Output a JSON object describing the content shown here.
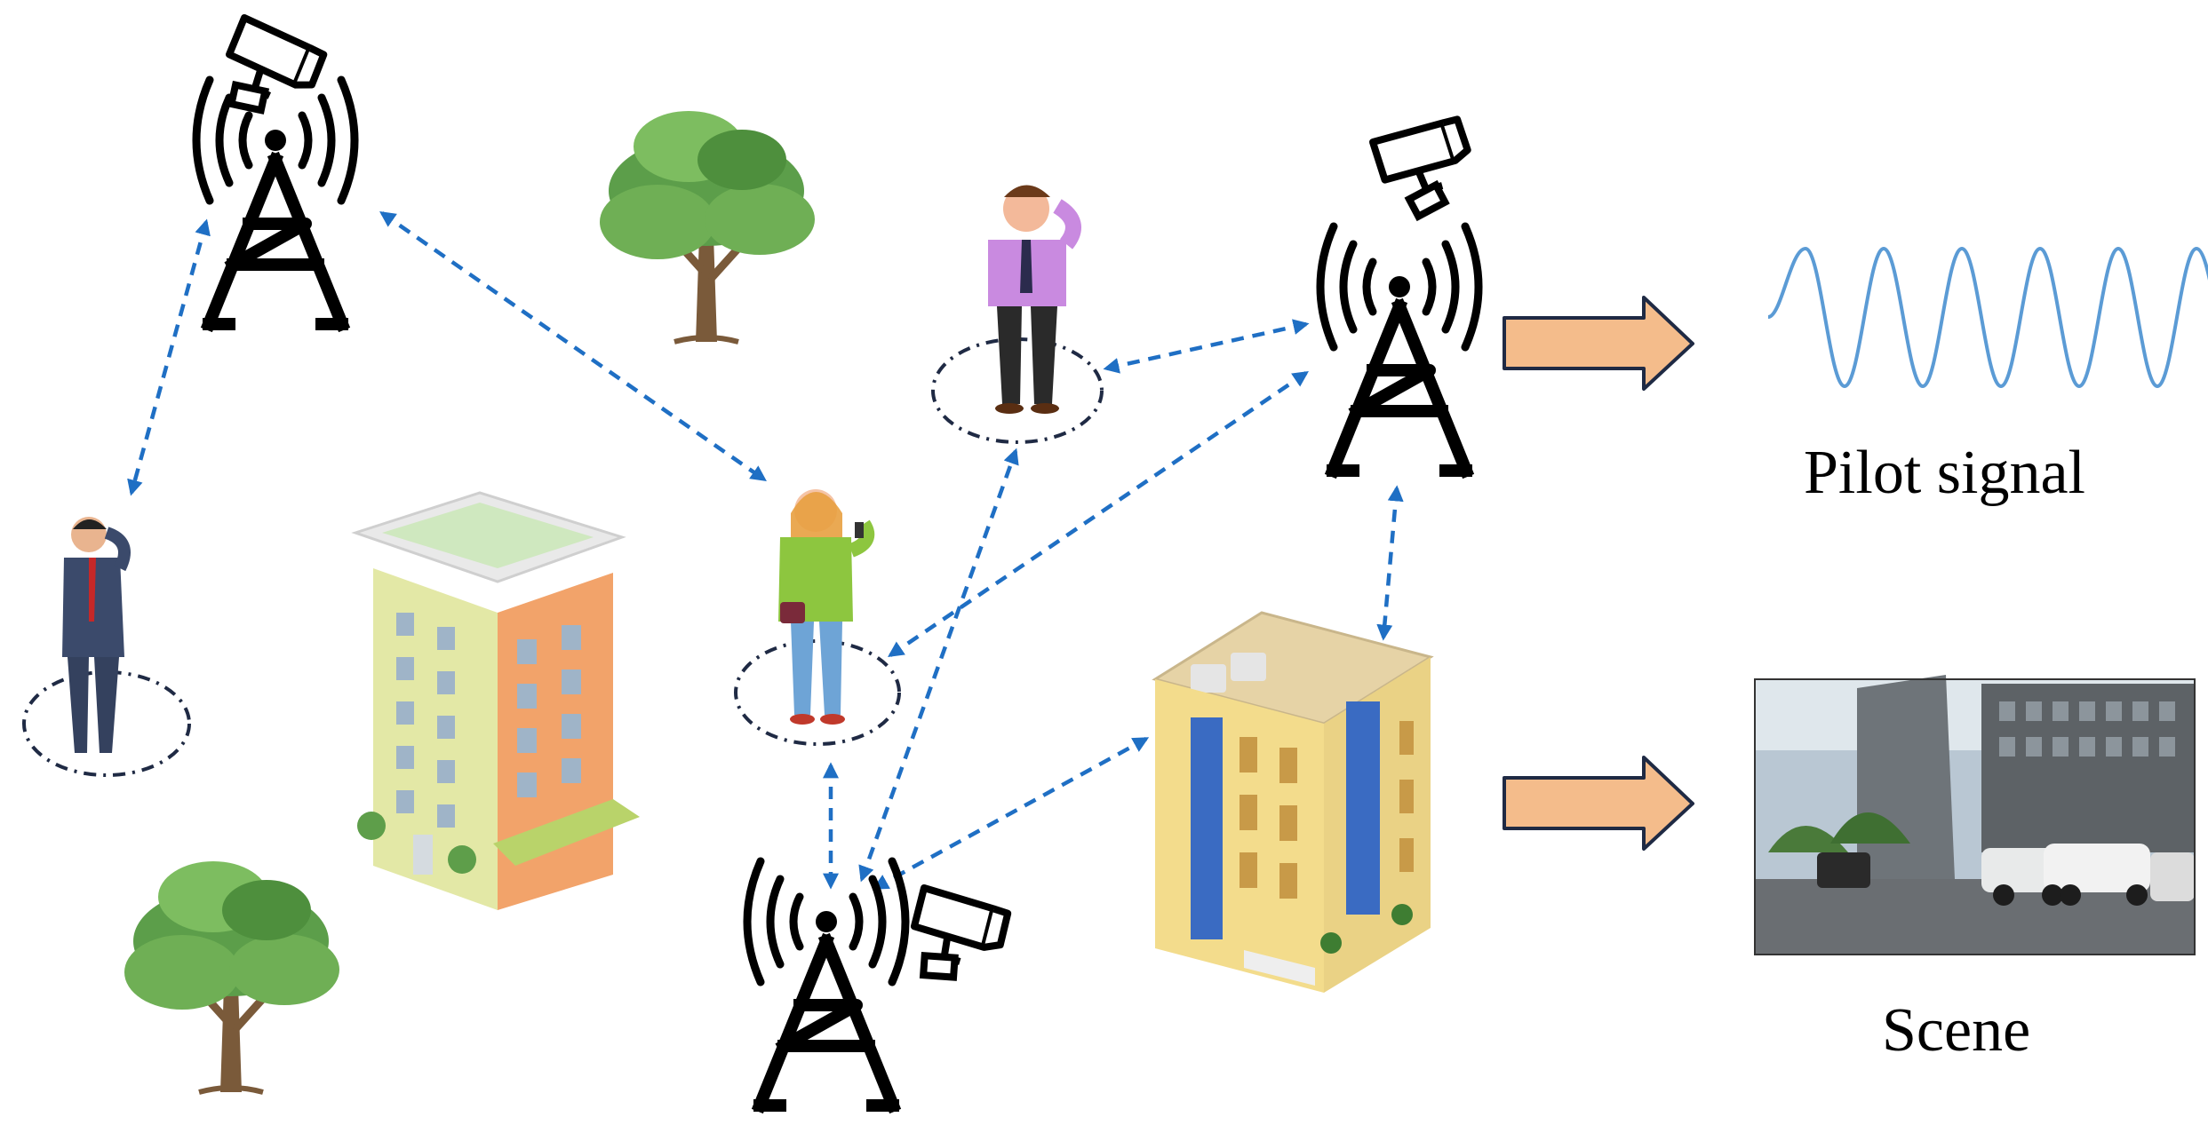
{
  "labels": {
    "pilot": "Pilot signal",
    "scene": "Scene"
  },
  "colors": {
    "link": "#1f6fc4",
    "arrow_fill": "#f4bc8b",
    "arrow_stroke": "#1f2a44",
    "wave": "#5b9bd5",
    "tower": "#000000",
    "dash_circle": "#1f2a44"
  },
  "icons": [
    "cell-tower-icon",
    "camera-icon",
    "tree-icon",
    "person-icon",
    "building-icon",
    "sine-wave-icon",
    "street-scene-image"
  ]
}
